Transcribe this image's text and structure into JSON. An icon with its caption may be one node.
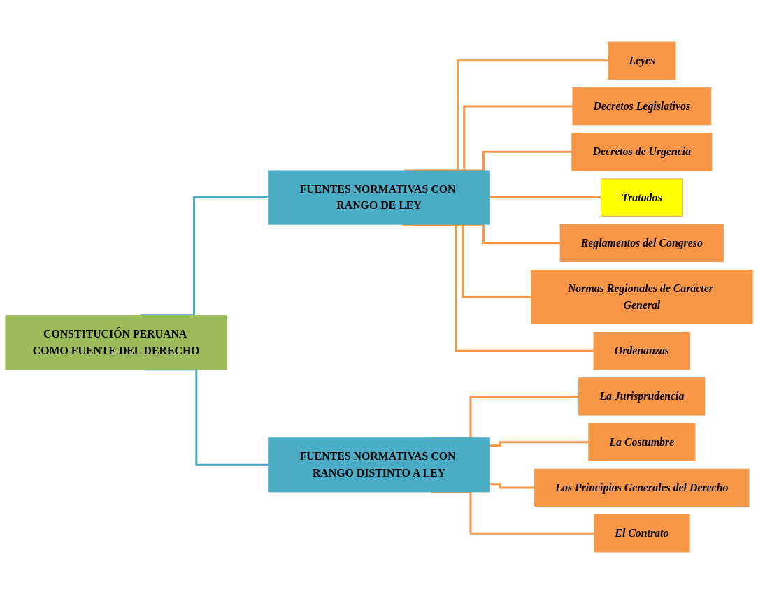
{
  "diagram": {
    "nodes": [
      {
        "text": [
          "CONSTITUCIÓN PERUANA COMO FUENTE DEL DERECHO"
        ]
      },
      {
        "text": [
          "FUENTES NORMATIVAS CON RANGO DE LEY"
        ]
      },
      {
        "text": [
          "Leyes"
        ]
      },
      {
        "text": [
          "Decretos Legislativos"
        ]
      },
      {
        "text": [
          "Decretos de Urgencia"
        ]
      },
      {
        "text": [
          "Tratados"
        ]
      },
      {
        "text": [
          "Reglamentos del Congreso"
        ]
      },
      {
        "text": [
          "Normas Regionales de Carácter General"
        ]
      },
      {
        "text": [
          "Ordenanzas"
        ]
      },
      {
        "text": [
          "FUENTES NORMATIVAS CON RANGO DISTINTO A LEY"
        ]
      },
      {
        "text": [
          "La Jurisprudencia"
        ]
      },
      {
        "text": [
          "La Costumbre"
        ]
      },
      {
        "text": [
          "Los Principios Generales del Derecho"
        ]
      },
      {
        "text": [
          "El Contrato"
        ]
      }
    ],
    "edges": [
      {
        "from": 0,
        "to": 1,
        "arrow": "none",
        "color": "#4bacc6"
      },
      {
        "from": 0,
        "to": 9,
        "arrow": "none",
        "color": "#4bacc6"
      },
      {
        "from": 1,
        "to": 2,
        "arrow": "none"
      },
      {
        "from": 1,
        "to": 3,
        "arrow": "none"
      },
      {
        "from": 1,
        "to": 4,
        "arrow": "none"
      },
      {
        "from": 1,
        "to": 5,
        "arrow": "none"
      },
      {
        "from": 1,
        "to": 6,
        "arrow": "none"
      },
      {
        "from": 1,
        "to": 7,
        "arrow": "none"
      },
      {
        "from": 1,
        "to": 8,
        "arrow": "none"
      },
      {
        "from": 9,
        "to": 10,
        "arrow": "none"
      },
      {
        "from": 9,
        "to": 11,
        "arrow": "none"
      },
      {
        "from": 9,
        "to": 12,
        "arrow": "none"
      },
      {
        "from": 9,
        "to": 13,
        "arrow": "none"
      }
    ]
  }
}
